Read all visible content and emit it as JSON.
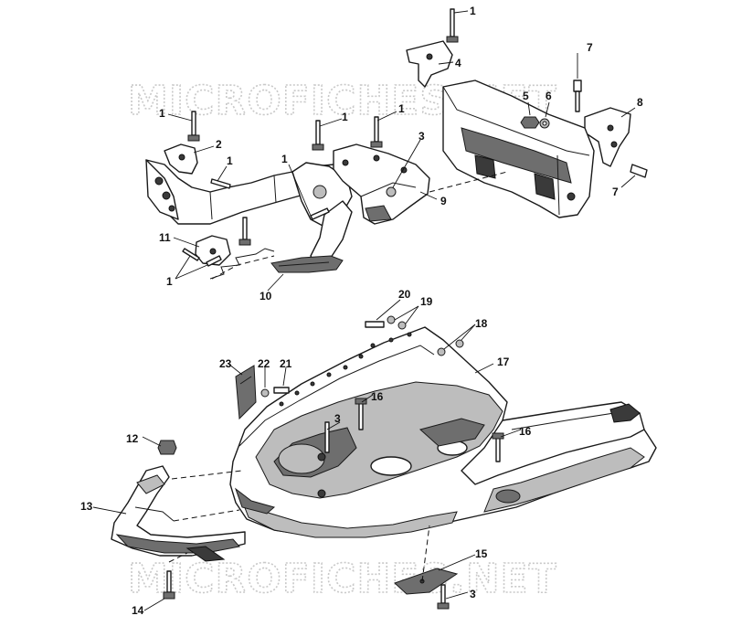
{
  "watermark": "MICROFICHES.NET",
  "callouts": {
    "c1a": "1",
    "c1b": "1",
    "c1c": "1",
    "c1d": "1",
    "c1e": "1",
    "c1f": "1",
    "c1g": "1",
    "c2": "2",
    "c3a": "3",
    "c3b": "3",
    "c3c": "3",
    "c4": "4",
    "c5": "5",
    "c6": "6",
    "c7a": "7",
    "c7b": "7",
    "c8": "8",
    "c9": "9",
    "c10": "10",
    "c11": "11",
    "c12": "12",
    "c13": "13",
    "c14": "14",
    "c15": "15",
    "c16a": "16",
    "c16b": "16",
    "c17": "17",
    "c18": "18",
    "c19": "19",
    "c20": "20",
    "c21": "21",
    "c22": "22",
    "c23": "23"
  },
  "colors": {
    "line": "#1a1a1a",
    "shade": "#6e6e6e",
    "dark": "#3a3a3a",
    "watermark": "#c9c9c9"
  }
}
